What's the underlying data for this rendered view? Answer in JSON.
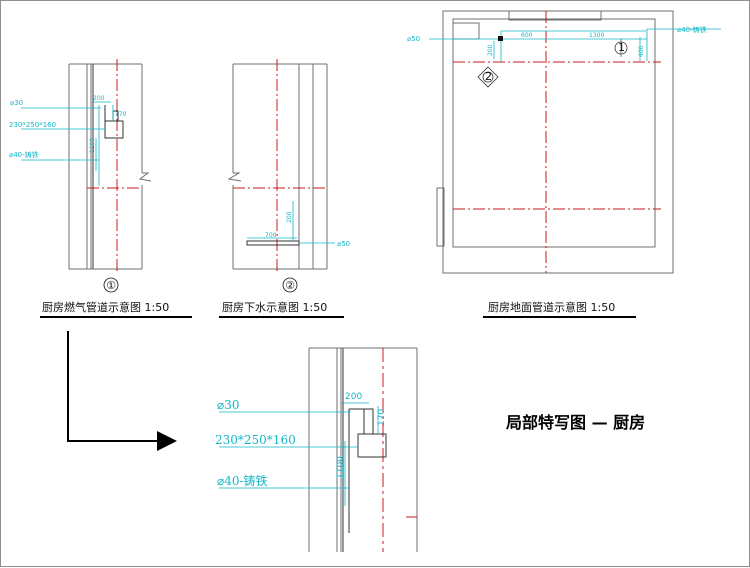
{
  "colors": {
    "wall": "#6f6f6f",
    "axis": "#c8181e",
    "dimension": "#12b8c8",
    "text": "#111111",
    "frame": "#8f8f8f"
  },
  "headline": "局部特写图 — 厨房",
  "views": [
    {
      "number": "①",
      "caption": "厨房燃气管道示意图 1:50",
      "labels": {
        "pipe_small": "⌀30",
        "box": "230*250*160",
        "pipe_main": "⌀40-铸铁",
        "dim_top": "200",
        "dim_side": "170",
        "dim_vertical": "1100"
      }
    },
    {
      "number": "②",
      "caption": "厨房下水示意图 1:50",
      "labels": {
        "dim_horizontal": "700",
        "dim_vertical": "200",
        "pipe": "⌀50"
      }
    },
    {
      "number": "",
      "caption": "厨房地面管道示意图 1:50",
      "labels": {
        "pipe_left": "⌀50",
        "pipe_right": "⌀40-铸铁",
        "dim_1": "600",
        "dim_2": "1300",
        "dim_3": "400",
        "dim_4": "200",
        "marker_1": "1",
        "marker_2": "2"
      }
    }
  ],
  "detail": {
    "labels": {
      "pipe_small": "⌀30",
      "box": "230*250*160",
      "pipe_main": "⌀40-铸铁",
      "dim_top": "200",
      "dim_side": "170",
      "dim_vertical": "1100"
    }
  }
}
